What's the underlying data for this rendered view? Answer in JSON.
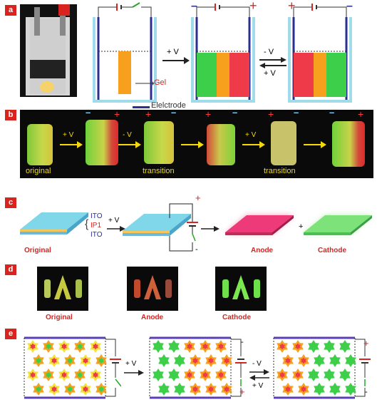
{
  "panels": {
    "a": {
      "label": "a",
      "step1": "+ V",
      "step2_top": "- V",
      "step2_bottom": "+ V",
      "gel": "Gel",
      "electrode": "Elelctrode",
      "plus": "+",
      "minus": "–"
    },
    "b": {
      "label": "b",
      "original": "original",
      "transition1": "transition",
      "transition2": "transition",
      "arrow1": "+ V",
      "arrow2": "- V",
      "arrow3": "+ V",
      "plus": "+",
      "minus": "–"
    },
    "c": {
      "label": "c",
      "ito_top": "ITO",
      "ip1": "IP1",
      "ito_bottom": "ITO",
      "original": "Original",
      "voltage": "+ V",
      "anode": "Anode",
      "cathode": "Cathode",
      "plus_sign": "+",
      "electrode_plus": "+",
      "electrode_minus": "-"
    },
    "d": {
      "label": "d",
      "original": "Original",
      "anode": "Anode",
      "cathode": "Cathode"
    },
    "e": {
      "label": "e",
      "step1": "+ V",
      "step2_top": "- V",
      "step2_bottom": "+ V",
      "plus": "+",
      "minus": "-"
    }
  },
  "colors": {
    "panel_label_bg": "#d9231f",
    "electrode": "#2b2f8f",
    "orange": "#f7a01e",
    "green": "#3ecf4a",
    "red": "#ee3a49",
    "cell_border": "#9fdbe9",
    "ito": "#7fd7e9",
    "anode_pink": "#ee3a78",
    "cathode_green": "#7ee27a",
    "yellow_text": "#f5d90a"
  }
}
